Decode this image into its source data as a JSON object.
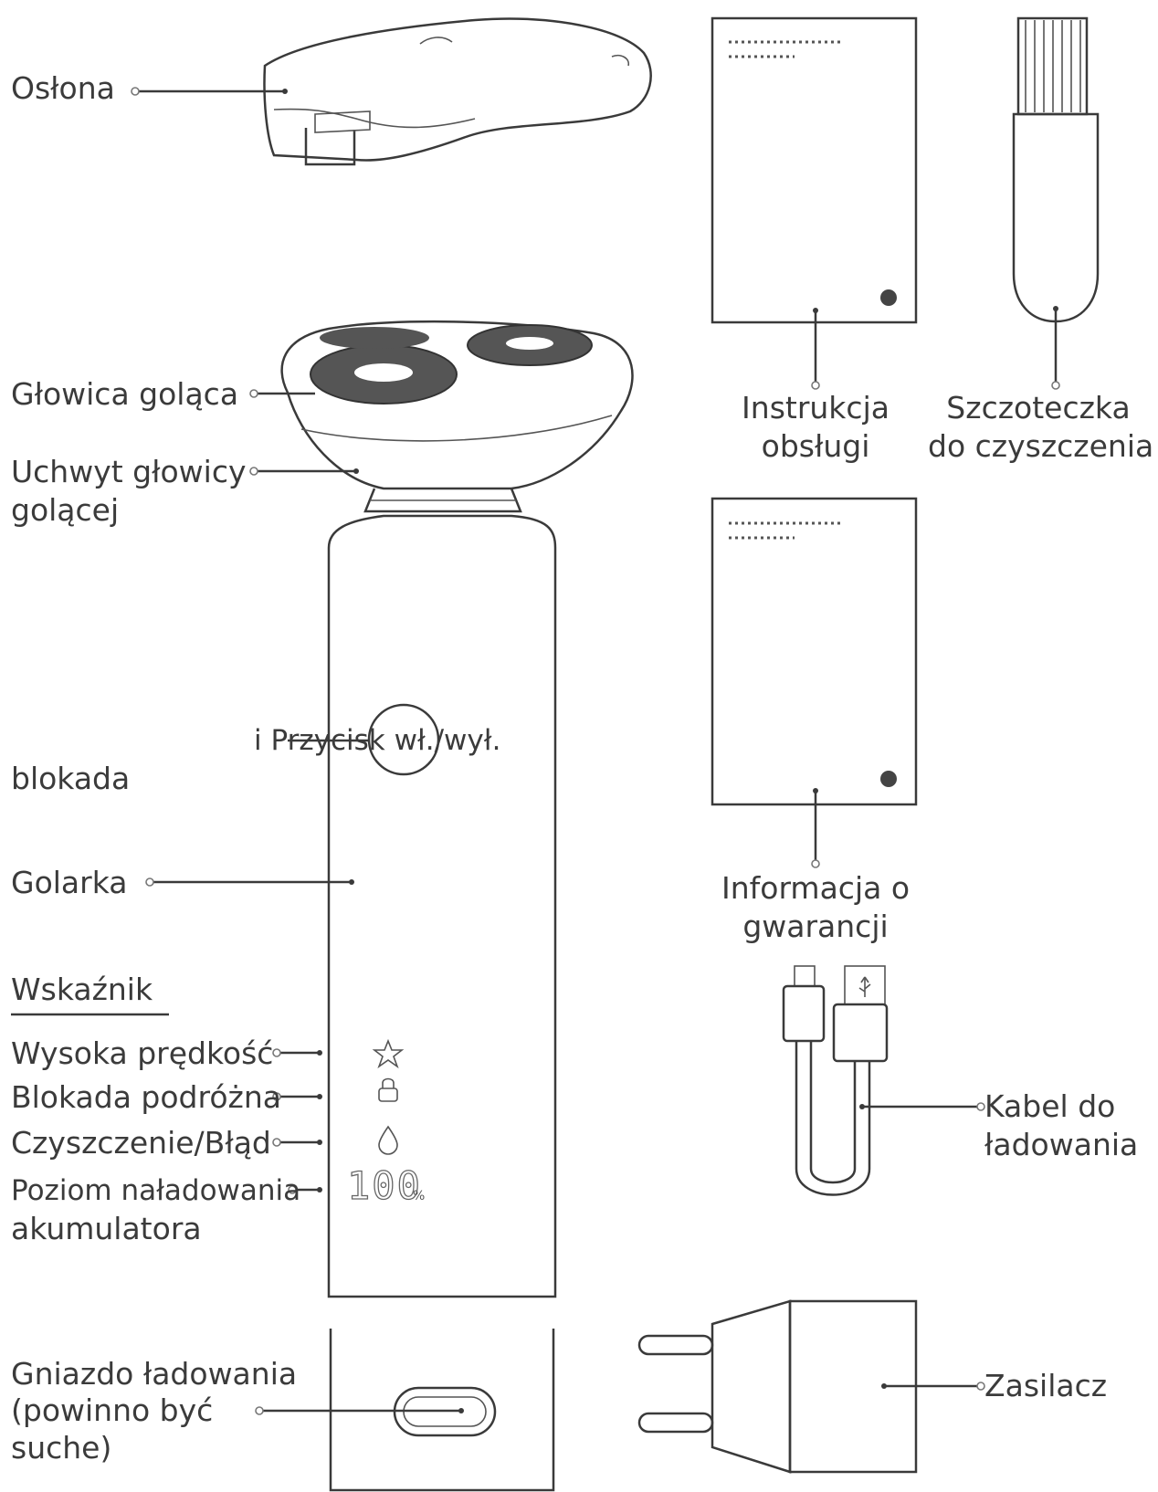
{
  "labels": {
    "cover": "Osłona",
    "shaving_head": "Głowica goląca",
    "head_holder_1": "Uchwyt głowicy",
    "head_holder_2": "golącej",
    "power_button": "i Przycisk wł./wył.",
    "lock": "blokada",
    "shaver": "Golarka",
    "indicator": "Wskaźnik",
    "high_speed": "Wysoka prędkość",
    "travel_lock": "Blokada podróżna",
    "cleaning_error": "Czyszczenie/Błąd",
    "battery_level_1": "Poziom naładowania",
    "battery_level_2": "akumulatora",
    "charging_port_1": "Gniazdo ładowania",
    "charging_port_2": "(powinno być",
    "charging_port_3": "suche)",
    "manual_1": "Instrukcja",
    "manual_2": "obsługi",
    "brush_1": "Szczoteczka",
    "brush_2": "do czyszczenia",
    "warranty_1": "Informacja o",
    "warranty_2": "gwarancji",
    "cable_1": "Kabel do",
    "cable_2": "ładowania",
    "adapter": "Zasilacz"
  },
  "display": {
    "battery_value": "100",
    "battery_unit": "%"
  },
  "icons": [
    "star-icon",
    "lock-icon",
    "droplet-icon",
    "usb-icon"
  ]
}
